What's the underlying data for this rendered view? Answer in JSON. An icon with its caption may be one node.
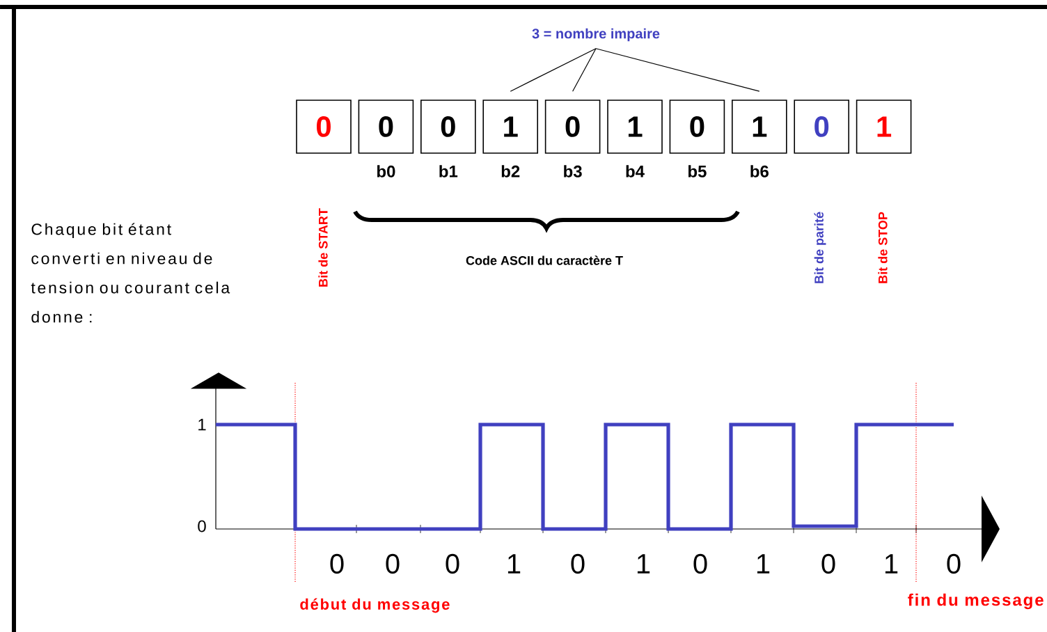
{
  "diagram": {
    "nodes": [
      {
        "text": [
          "0"
        ]
      },
      {
        "text": [
          "0"
        ]
      },
      {
        "text": [
          "0"
        ]
      },
      {
        "text": [
          "1"
        ]
      },
      {
        "text": [
          "0"
        ]
      },
      {
        "text": [
          "1"
        ]
      },
      {
        "text": [
          "0"
        ]
      },
      {
        "text": [
          "1"
        ]
      },
      {
        "text": [
          "0"
        ]
      },
      {
        "text": [
          "1"
        ]
      },
      {
        "text": [
          "3 = nombre impaire"
        ]
      }
    ],
    "edges": [
      {
        "from": 10,
        "to": 3,
        "arrow": "none"
      },
      {
        "from": 10,
        "to": 4,
        "arrow": "none"
      },
      {
        "from": 10,
        "to": 7,
        "arrow": "none"
      }
    ],
    "labels": [
      "b0",
      "b1",
      "b2",
      "b3",
      "b4",
      "b5",
      "b6",
      "Bit de START",
      "Bit de parité",
      "Bit de STOP",
      "Code ASCII du caractère T",
      "Chaque bit étant converti en niveau de tension ou courant cela donne :",
      "1",
      "0",
      "0",
      "0",
      "0",
      "1",
      "0",
      "1",
      "0",
      "1",
      "0",
      "1",
      "0",
      "début du message",
      "fin du message"
    ]
  }
}
